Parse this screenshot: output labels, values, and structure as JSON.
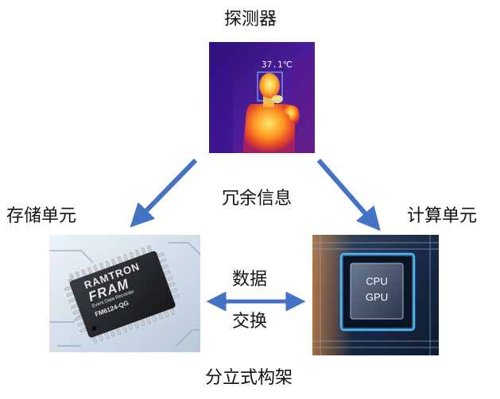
{
  "diagram": {
    "caption": "分立式构架",
    "middle_label": "冗余信息",
    "exchange_top": "数据",
    "exchange_bottom": "交换",
    "detector": {
      "title": "探测器",
      "temperature": "37.1℃"
    },
    "storage": {
      "title": "存储单元",
      "chip_brand": "RAMTRON",
      "chip_logo": "FRAM",
      "chip_subtitle": "Event Data Recorder",
      "chip_part": "FM6124-QG"
    },
    "compute": {
      "title": "计算单元",
      "chip_line1": "CPU",
      "chip_line2": "GPU"
    }
  },
  "colors": {
    "arrow": "#4472c4",
    "thermal_bg": "#3a1a8c",
    "thermal_hot": "#ffd23a",
    "circuit_bg": "#d7e1ec",
    "compute_bg": "#1c2c48",
    "compute_glow": "#4ab8ff"
  }
}
